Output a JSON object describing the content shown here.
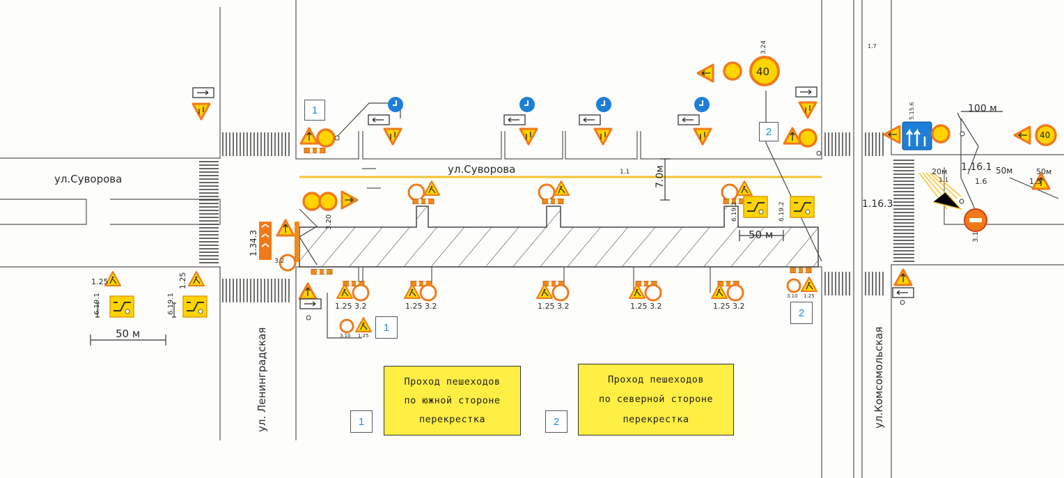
{
  "streets": {
    "suvorova_left": "ул.Суворова",
    "suvorova_mid": "ул.Суворова",
    "leningradskaya": "ул. Ленинградская",
    "komsomolskaya": "ул.Комсомольская"
  },
  "distances": {
    "left_50": "50 м",
    "mid_50": "50 м",
    "width_7": "7.0м",
    "right_100": "100 м",
    "right_20": "20м",
    "right_50a": "50м",
    "right_50b": "50м"
  },
  "codes": {
    "c_1_34_3": "1.34.3",
    "c_1_16_1": "1.16.1",
    "c_1_16_3": "1.16.3",
    "c_1_6": "1.6",
    "c_1_5": "1.5",
    "c_1_1": "1.1",
    "c_1_1b": "1.1",
    "c_1_7": "1.7",
    "c_3_1": "3.1",
    "c_3_2": "3.2",
    "c_3_20": "3.20",
    "c_3_24": "3.24",
    "c_1_25": "1.25",
    "c_1_25b": "1.25",
    "c_6_19_1": "6.19.1",
    "c_6_19_1b": "6.19.1",
    "c_6_19_2": "6.19.2",
    "c_6_19_2b": "6.19.2",
    "c_5_15_6": "5.15.6",
    "p1": "1.25 3.2",
    "p2": "1.25 3.2",
    "p3": "1.25 3.2",
    "p4": "1.25 3.2",
    "p5": "1.25 3.2",
    "sm1": "3.10",
    "sm2": "1.25",
    "sm3": "3.10",
    "sm4": "1.25"
  },
  "speed_limit": "40",
  "speed_limit_right": "40",
  "boxes": {
    "b1": "1",
    "b2": "2",
    "b3": "1",
    "b4": "2",
    "b5": "1",
    "b6": "2"
  },
  "notes": {
    "south": [
      "Проход пешеходов",
      "по южной стороне",
      "перекрестка"
    ],
    "north": [
      "Проход пешеходов",
      "по северной стороне",
      "перекрестка"
    ]
  },
  "colors": {
    "road_line": "#555555",
    "axis_yellow": "#f4c430",
    "sign_yellow": "#ffd400",
    "sign_orange": "#f07a1a",
    "sign_blue": "#1e7fd8",
    "note_yellow": "#ffee44"
  }
}
